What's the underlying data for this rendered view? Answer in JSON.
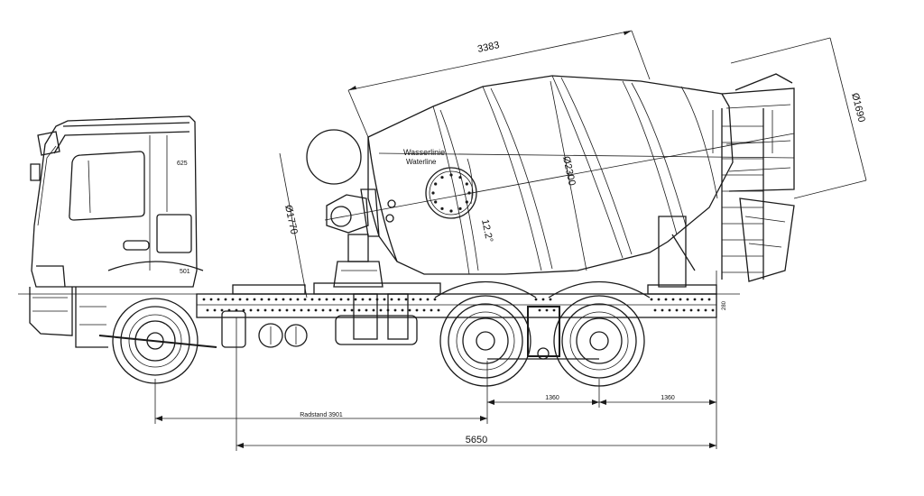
{
  "dimensions": {
    "drum_length": "3383",
    "drum_diameter": "Ø2300",
    "opening_diameter": "Ø1690",
    "support_diameter": "Ø1770",
    "tilt_angle": "12.2°",
    "water_line_de": "Wasserlinie",
    "water_line_en": "Waterline",
    "wheelbase": "Radstand 3901",
    "overall_length": "5650",
    "axle_spacing_1": "1360",
    "axle_spacing_2": "1360",
    "cab_tag": "625",
    "frame_tag": "501",
    "rear_height": "280"
  },
  "colors": {
    "line": "#1a1a1a",
    "background": "#ffffff"
  }
}
